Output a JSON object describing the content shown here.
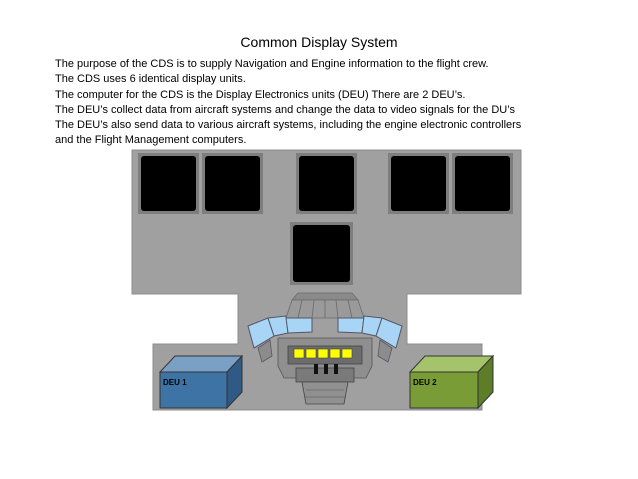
{
  "slide": {
    "title": "Common Display System",
    "lines": [
      "The purpose of the CDS is to supply Navigation and Engine information to the flight crew.",
      "The CDS uses 6 identical display units.",
      "The computer for the CDS is the Display Electronics units (DEU) There are 2 DEU’s.",
      "The DEU’s collect data from aircraft systems and change the data to video signals for the DU’s",
      "The DEU’s also send data to various aircraft systems, including the engine electronic controllers",
      "and the Flight Management computers."
    ]
  },
  "diagram": {
    "deu1_label": "DEU 1",
    "deu2_label": "DEU 2",
    "colors": {
      "panel": "#a0a0a0",
      "screen": "#000000",
      "deu1": "#3e73a5",
      "deu2": "#7a9c36",
      "lights": "#ffff00",
      "glass": "#a8d4f5"
    }
  }
}
